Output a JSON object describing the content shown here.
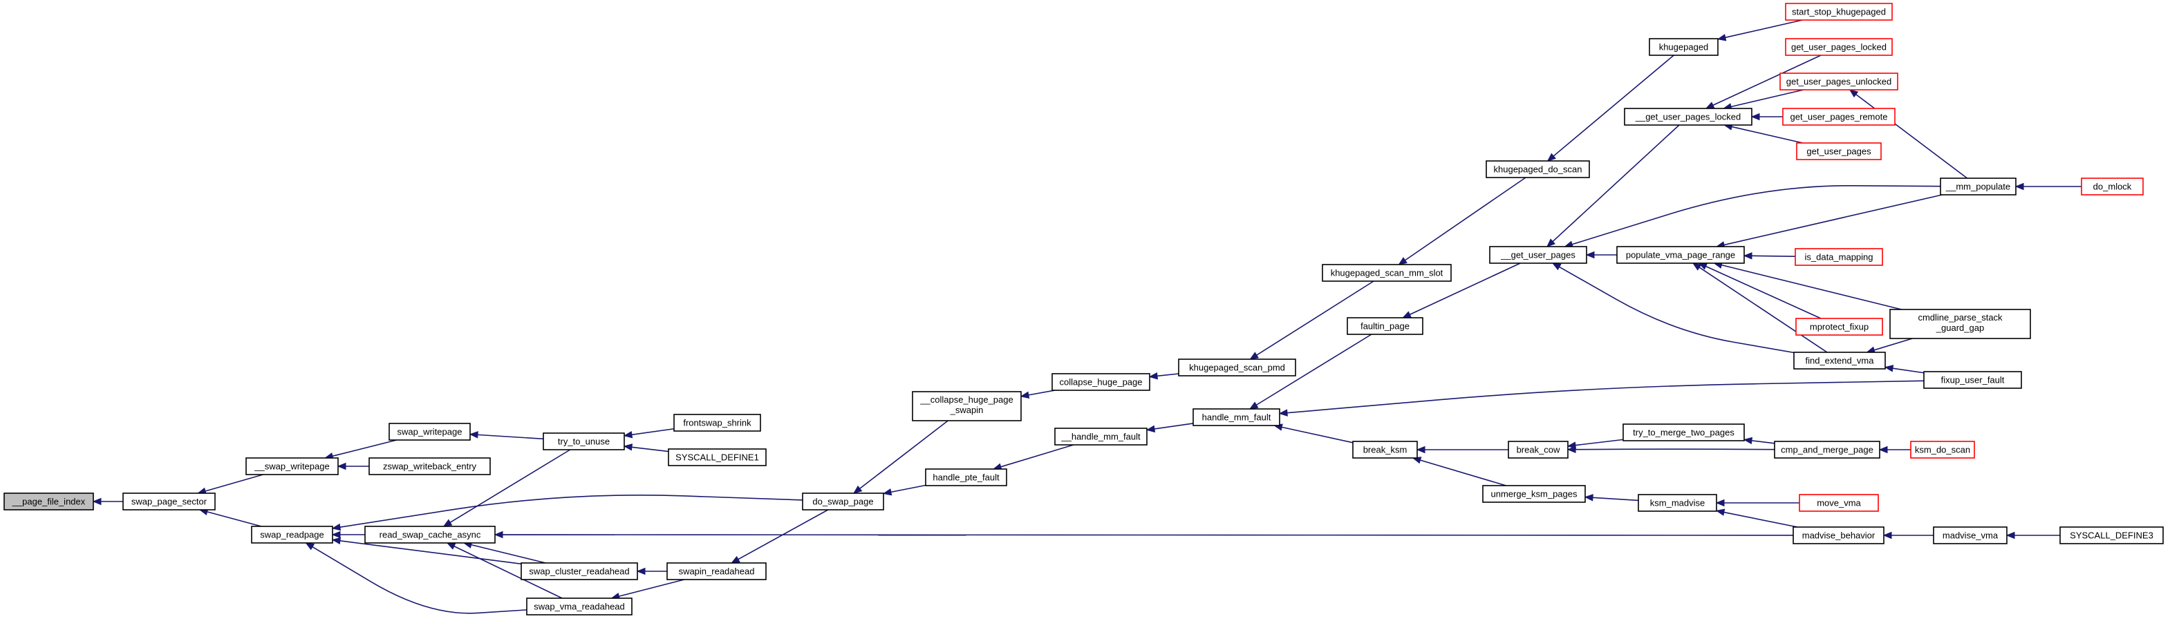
{
  "colors": {
    "edge": "#191970",
    "node_border": "#000000",
    "external_border": "#ff0000",
    "root_fill": "#bfbfbf"
  },
  "nodes": {
    "n0": "__page_file_index",
    "n1": "swap_page_sector",
    "n2": "__swap_writepage",
    "n3": "swap_readpage",
    "n4": "swap_writepage",
    "n5": "zswap_writeback_entry",
    "n6": "read_swap_cache_async",
    "n7": "swap_cluster_readahead",
    "n8": "swap_vma_readahead",
    "n9": "try_to_unuse",
    "n10": "frontswap_shrink",
    "n11": "SYSCALL_DEFINE1",
    "n12": "swapin_readahead",
    "n13": "do_swap_page",
    "n14a": "__collapse_huge_page",
    "n14b": "_swapin",
    "n15": "handle_pte_fault",
    "n16": "collapse_huge_page",
    "n17": "__handle_mm_fault",
    "n18": "khugepaged_scan_pmd",
    "n19": "handle_mm_fault",
    "n20": "khugepaged_scan_mm_slot",
    "n21": "khugepaged_do_scan",
    "n22": "khugepaged",
    "n23": "start_stop_khugepaged",
    "n24": "faultin_page",
    "n25": "break_ksm",
    "n26": "__get_user_pages",
    "n27": "break_cow",
    "n28": "unmerge_ksm_pages",
    "n29": "__get_user_pages_locked",
    "n30": "get_user_pages_locked",
    "n31": "get_user_pages_unlocked",
    "n32": "get_user_pages_remote",
    "n33": "get_user_pages",
    "n34": "populate_vma_page_range",
    "n35": "is_data_mapping",
    "n36": "mprotect_fixup",
    "n37": "find_extend_vma",
    "n38": "__mm_populate",
    "n39": "do_mlock",
    "n40a": "cmdline_parse_stack",
    "n40b": "_guard_gap",
    "n41": "fixup_user_fault",
    "n42": "try_to_merge_two_pages",
    "n43": "cmp_and_merge_page",
    "n44": "ksm_do_scan",
    "n45": "ksm_madvise",
    "n46": "move_vma",
    "n47": "madvise_behavior",
    "n48": "madvise_vma",
    "n49": "SYSCALL_DEFINE3"
  }
}
